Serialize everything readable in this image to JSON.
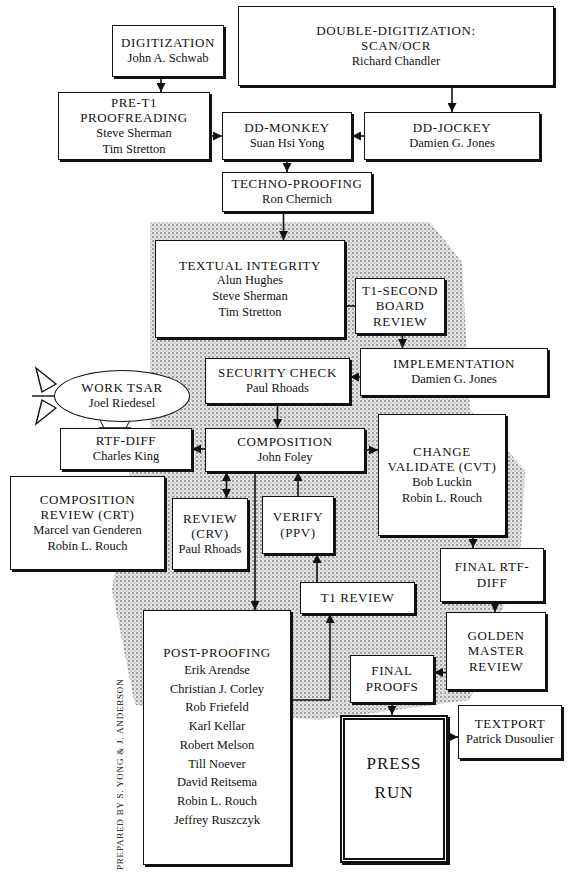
{
  "diagram": {
    "nodes": [
      {
        "text": [
          "DIGITIZATION",
          "John A. Schwab"
        ]
      },
      {
        "text": [
          "DOUBLE-DIGITIZATION: SCAN/OCR",
          "Richard Chandler"
        ]
      },
      {
        "text": [
          "PRE-T1 PROOFREADING",
          "Steve Sherman",
          "Tim Stretton"
        ]
      },
      {
        "text": [
          "DD-MONKEY",
          "Suan Hsi Yong"
        ]
      },
      {
        "text": [
          "DD-JOCKEY",
          "Damien G. Jones"
        ]
      },
      {
        "text": [
          "TECHNO-PROOFING",
          "Ron Chernich"
        ]
      },
      {
        "text": [
          "TEXTUAL INTEGRITY",
          "Alun Hughes",
          "Steve Sherman",
          "Tim Stretton"
        ]
      },
      {
        "text": [
          "T1-SECOND BOARD REVIEW"
        ]
      },
      {
        "text": [
          "WORK TSAR",
          "Joel Riedesel"
        ]
      },
      {
        "text": [
          "IMPLEMENTATION",
          "Damien G. Jones"
        ]
      },
      {
        "text": [
          "SECURITY CHECK",
          "Paul Rhoads"
        ]
      },
      {
        "text": [
          "RTF-DIFF",
          "Charles King"
        ]
      },
      {
        "text": [
          "COMPOSITION",
          "John Foley"
        ]
      },
      {
        "text": [
          "CHANGE VALIDATE (CVT)",
          "Bob Luckin",
          "Robin L. Rouch"
        ]
      },
      {
        "text": [
          "COMPOSITION REVIEW (CRT)",
          "Marcel van Genderen",
          "Robin L. Rouch"
        ]
      },
      {
        "text": [
          "REVIEW (CRV)",
          "Paul Rhoads"
        ]
      },
      {
        "text": [
          "VERIFY (PPV)"
        ]
      },
      {
        "text": [
          "FINAL RTF-DIFF"
        ]
      },
      {
        "text": [
          "T1 REVIEW"
        ]
      },
      {
        "text": [
          "POST-PROOFING",
          "Erik Arendse",
          "Christian J. Corley",
          "Rob Friefeld",
          "Karl Kellar",
          "Robert Melson",
          "Till Noever",
          "David Reitsema",
          "Robin L. Rouch",
          "Jeffrey Ruszczyk"
        ]
      },
      {
        "text": [
          "GOLDEN MASTER REVIEW"
        ]
      },
      {
        "text": [
          "FINAL PROOFS"
        ]
      },
      {
        "text": [
          "PRESS RUN"
        ]
      },
      {
        "text": [
          "TEXTPORT",
          "Patrick Dusoulier"
        ]
      }
    ],
    "edges": [
      {
        "from": 0,
        "to": 2,
        "arrow": "to"
      },
      {
        "from": 1,
        "to": 4,
        "arrow": "to"
      },
      {
        "from": 4,
        "to": 3,
        "arrow": "to"
      },
      {
        "from": 2,
        "to": 3,
        "arrow": "to"
      },
      {
        "from": 3,
        "to": 5,
        "arrow": "to"
      },
      {
        "from": 5,
        "to": 6,
        "arrow": "to"
      },
      {
        "from": 6,
        "to": 7,
        "arrow": "none"
      },
      {
        "from": 7,
        "to": 9,
        "arrow": "to"
      },
      {
        "from": 9,
        "to": 10,
        "arrow": "to"
      },
      {
        "from": 10,
        "to": 12,
        "arrow": "to"
      },
      {
        "from": 12,
        "to": 11,
        "arrow": "to"
      },
      {
        "from": 12,
        "to": 13,
        "arrow": "to"
      },
      {
        "from": 15,
        "to": 12,
        "arrow": "both"
      },
      {
        "from": 16,
        "to": 12,
        "arrow": "to"
      },
      {
        "from": 12,
        "to": 19,
        "arrow": "to"
      },
      {
        "from": 19,
        "to": 18,
        "arrow": "to"
      },
      {
        "from": 18,
        "to": 16,
        "arrow": "to"
      },
      {
        "from": 13,
        "to": 17,
        "arrow": "to"
      },
      {
        "from": 17,
        "to": 20,
        "arrow": "to"
      },
      {
        "from": 20,
        "to": 21,
        "arrow": "to"
      },
      {
        "from": 21,
        "to": 22,
        "arrow": "to"
      },
      {
        "from": 22,
        "to": 23,
        "arrow": "to"
      }
    ],
    "labels": [
      "PREPARED BY S. YONG & J. ANDERSON"
    ]
  }
}
